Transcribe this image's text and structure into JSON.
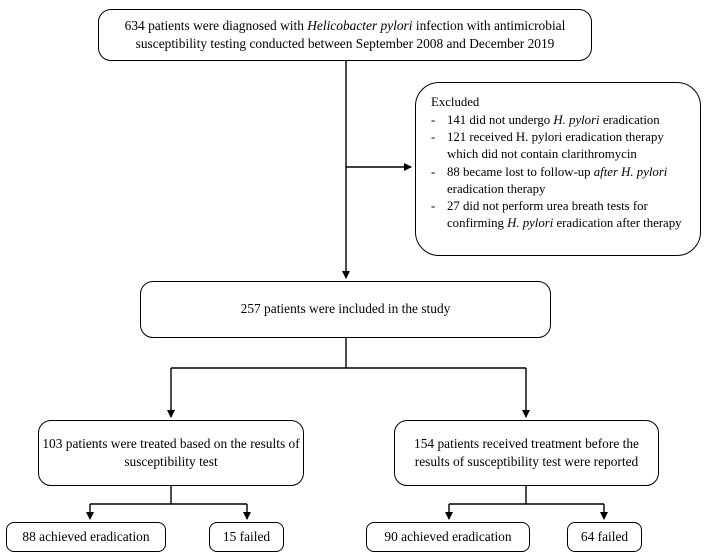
{
  "top": {
    "pre": "634 patients were diagnosed with ",
    "italic": "Helicobacter pylori",
    "post": " infection with antimicrobial susceptibility testing conducted between September 2008 and December 2019"
  },
  "excluded": {
    "title": "Excluded",
    "items": [
      {
        "dash": "-",
        "pre": "141 did not undergo ",
        "italic": "H. pylori",
        "post": " eradication"
      },
      {
        "dash": "-",
        "pre": "121 received H. pylori eradication therapy which did not contain clarithromycin",
        "italic": "",
        "post": ""
      },
      {
        "dash": "-",
        "pre": "88 became lost to follow-up ",
        "italic": "after H. pylori",
        "post": " eradication therapy"
      },
      {
        "dash": "-",
        "pre": "27 did not perform urea breath tests for confirming ",
        "italic": "H. pylori",
        "post": " eradication after therapy"
      }
    ]
  },
  "included": {
    "text": "257 patients were included in the study"
  },
  "groups": {
    "left": {
      "text": "103 patients were treated based on the results of susceptibility test"
    },
    "right": {
      "text": "154 patients received treatment before the results of susceptibility test were reported"
    }
  },
  "outcomes": {
    "left_success": "88 achieved eradication",
    "left_failed": "15 failed",
    "right_success": "90 achieved eradication",
    "right_failed": "64 failed"
  }
}
